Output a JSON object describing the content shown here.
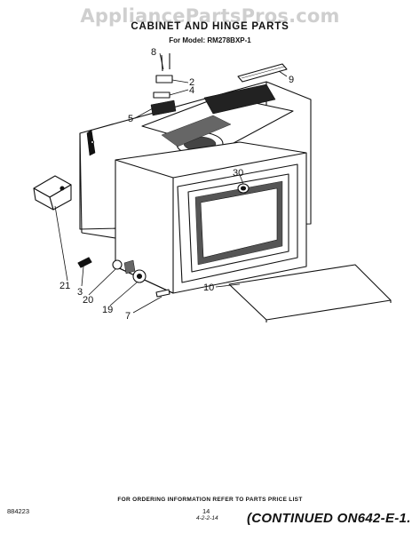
{
  "watermark": "AppliancePartsPros.com",
  "header": {
    "title": "CABINET AND HINGE PARTS",
    "model": "For Model: RM278BXP-1"
  },
  "callouts": {
    "c8": "8",
    "c2": "2",
    "c4": "4",
    "c5": "5",
    "c9": "9",
    "c30": "30",
    "c10": "10",
    "c21": "21",
    "c3": "3",
    "c20": "20",
    "c19": "19",
    "c7": "7"
  },
  "footer": {
    "ordering": "FOR ORDERING INFORMATION REFER TO PARTS PRICE LIST",
    "doc_code": "884223",
    "page": "14",
    "handwritten_note": "4-2-2-14",
    "continued": "(CONTINUED ON642-E-1."
  }
}
